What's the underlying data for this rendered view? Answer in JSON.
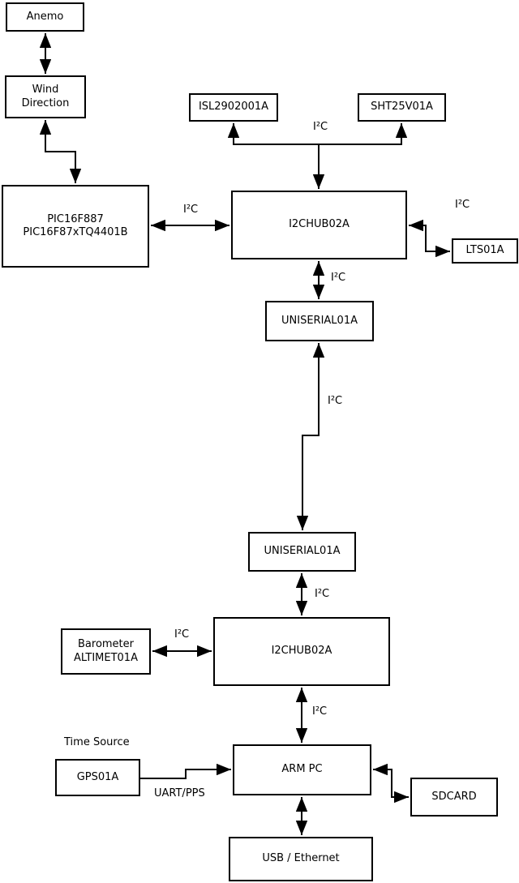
{
  "diagram": {
    "nodes": {
      "anemo": {
        "label": "Anemo"
      },
      "wind_direction": {
        "label": "Wind\nDirection"
      },
      "pic": {
        "label": "PIC16F887\nPIC16F87xTQ4401B"
      },
      "isl": {
        "label": "ISL2902001A"
      },
      "sht": {
        "label": "SHT25V01A"
      },
      "i2chub_top": {
        "label": "I2CHUB02A"
      },
      "lts": {
        "label": "LTS01A"
      },
      "uniserial_top": {
        "label": "UNISERIAL01A"
      },
      "uniserial_bottom": {
        "label": "UNISERIAL01A"
      },
      "i2chub_bottom": {
        "label": "I2CHUB02A"
      },
      "barometer": {
        "label": "Barometer\nALTIMET01A"
      },
      "arm_pc": {
        "label": "ARM PC"
      },
      "gps": {
        "label": "GPS01A"
      },
      "sdcard": {
        "label": "SDCARD"
      },
      "usb_ethernet": {
        "label": "USB / Ethernet"
      }
    },
    "edge_labels": {
      "i2c_sensor_bus": "I²C",
      "i2c_pic": "I²C",
      "i2c_lts": "I²C",
      "i2c_hub_uniserial": "I²C",
      "i2c_long_link": "I²C",
      "i2c_uniserial_hub2": "I²C",
      "i2c_barometer": "I²C",
      "i2c_hub2_armpc": "I²C",
      "uart_pps": "UART/PPS",
      "time_source": "Time Source"
    },
    "colors": {
      "line": "#000000",
      "box_border": "#000000",
      "box_fill": "#ffffff",
      "background": "#ffffff",
      "text": "#000000"
    }
  }
}
